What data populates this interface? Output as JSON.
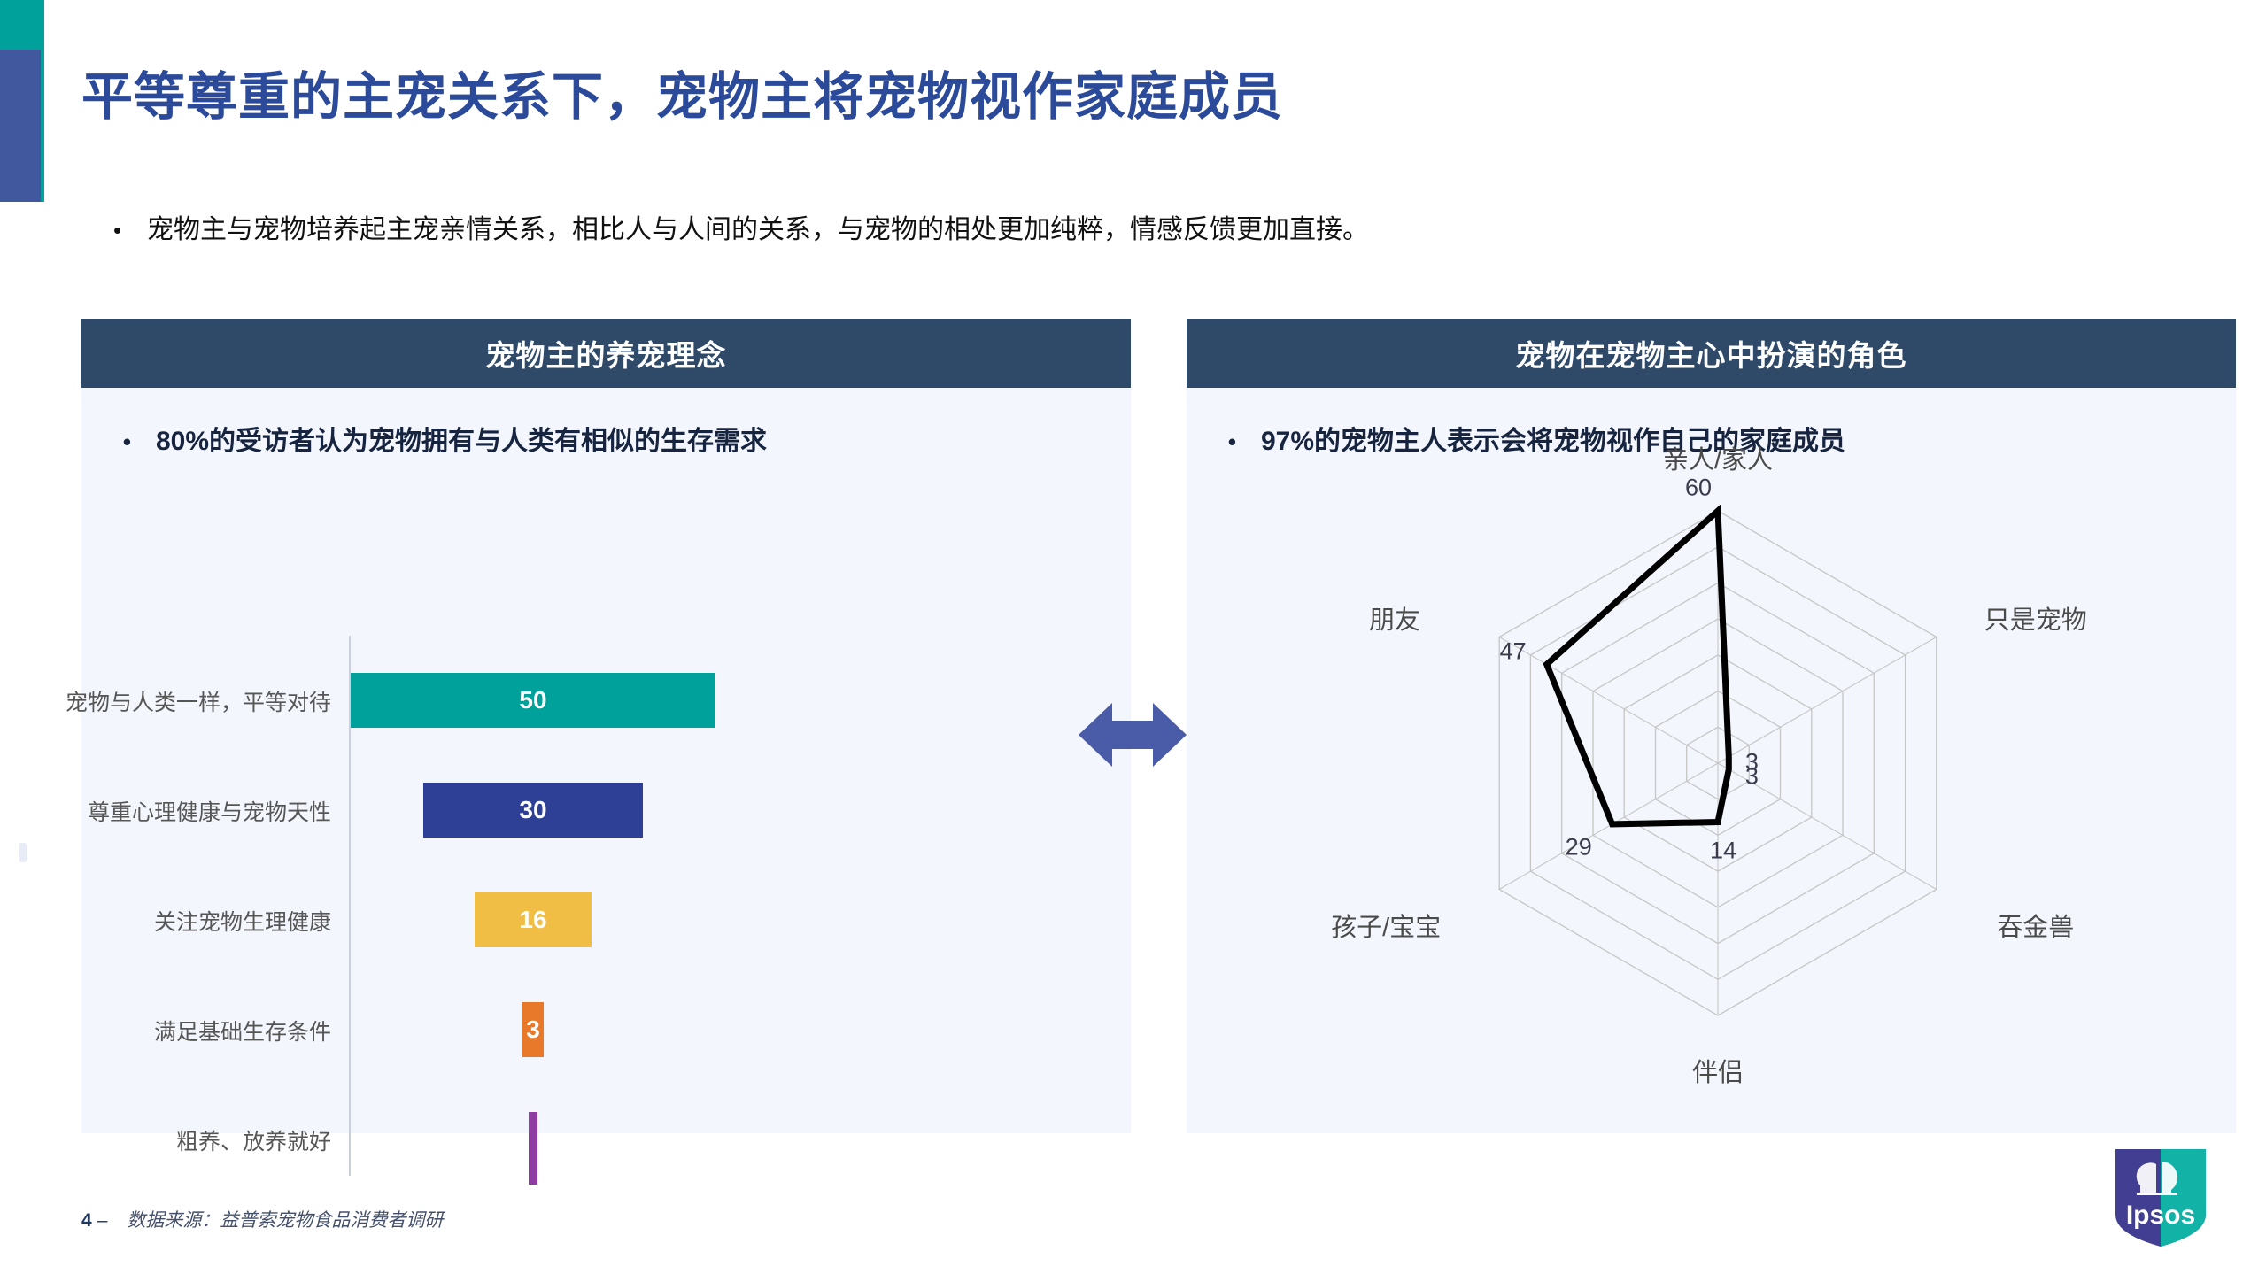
{
  "slide": {
    "title": "平等尊重的主宠关系下，宠物主将宠物视作家庭成员",
    "bullet_marker": "•",
    "intro_bullet": "宠物主与宠物培养起主宠亲情关系，相比人与人间的关系，与宠物的相处更加纯粹，情感反馈更加直接。",
    "accent_top_color": "#00A19A",
    "accent_bottom_color": "#41589E",
    "title_color": "#2C4A9A"
  },
  "left_panel": {
    "header": "宠物主的养宠理念",
    "bullet_marker": "•",
    "bullet": "80%的受访者认为宠物拥有与人类有相似的生存需求",
    "header_bg": "#2F4A69",
    "panel_bg": "#F3F6FC"
  },
  "right_panel": {
    "header": "宠物在宠物主心中扮演的角色",
    "bullet_marker": "•",
    "bullet": "97%的宠物主人表示会将宠物视作自己的家庭成员",
    "header_bg": "#2F4A69",
    "panel_bg": "#F3F6FC"
  },
  "arrow": {
    "icon": "double-arrow-horizontal-icon",
    "color": "#4A5CA8"
  },
  "footer": {
    "page_number": "4",
    "dash": "–",
    "source": "数据来源：益普索宠物食品消费者调研"
  },
  "logo": {
    "name": "ipsos-logo",
    "text": "Ipsos",
    "left_color": "#423F92",
    "right_color": "#12B2A6"
  },
  "chart_data": [
    {
      "type": "bar",
      "id": "funnel-bar-chart",
      "title": "宠物主的养宠理念",
      "orientation": "horizontal-centered-funnel",
      "categories": [
        "宠物与人类一样，平等对待",
        "尊重心理健康与宠物天性",
        "关注宠物生理健康",
        "满足基础生存条件",
        "粗养、放养就好"
      ],
      "values": [
        50,
        30,
        16,
        3,
        0.5
      ],
      "value_labels": [
        "50",
        "30",
        "16",
        "3",
        ""
      ],
      "colors": [
        "#00A19A",
        "#2E3F96",
        "#F0BE44",
        "#E8792A",
        "#8E3CA0"
      ],
      "xlabel": "",
      "ylabel": "",
      "grid": false,
      "legend": "none"
    },
    {
      "type": "radar",
      "id": "role-radar-chart",
      "title": "宠物在宠物主心中扮演的角色",
      "categories": [
        "亲人/家人",
        "只是宠物",
        "吞金兽",
        "伴侣",
        "孩子/宝宝",
        "朋友"
      ],
      "values": [
        60,
        3,
        3,
        14,
        29,
        47
      ],
      "value_labels": [
        "60",
        "3",
        "3",
        "14",
        "29",
        "47"
      ],
      "rings": 7,
      "max": 60,
      "line_color": "#000000",
      "grid_color": "#c6c6c6",
      "fill": "none",
      "legend": "none"
    }
  ]
}
